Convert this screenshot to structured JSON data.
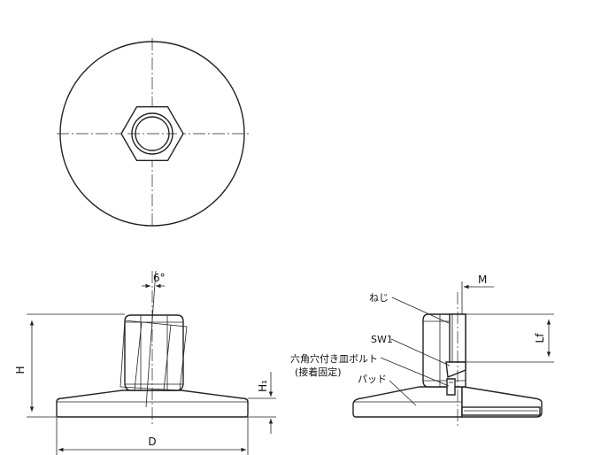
{
  "labels": {
    "D": "D",
    "H": "H",
    "H1": "H₁",
    "angle": "6°",
    "M": "M",
    "Lf": "Lf",
    "screw": "ねじ",
    "sw1": "SW1",
    "bolt_line1": "六角穴付き皿ボルト",
    "bolt_line2": "(接着固定)",
    "pad": "パッド"
  },
  "colors": {
    "line": "#222222",
    "fill": "#ffffff"
  }
}
